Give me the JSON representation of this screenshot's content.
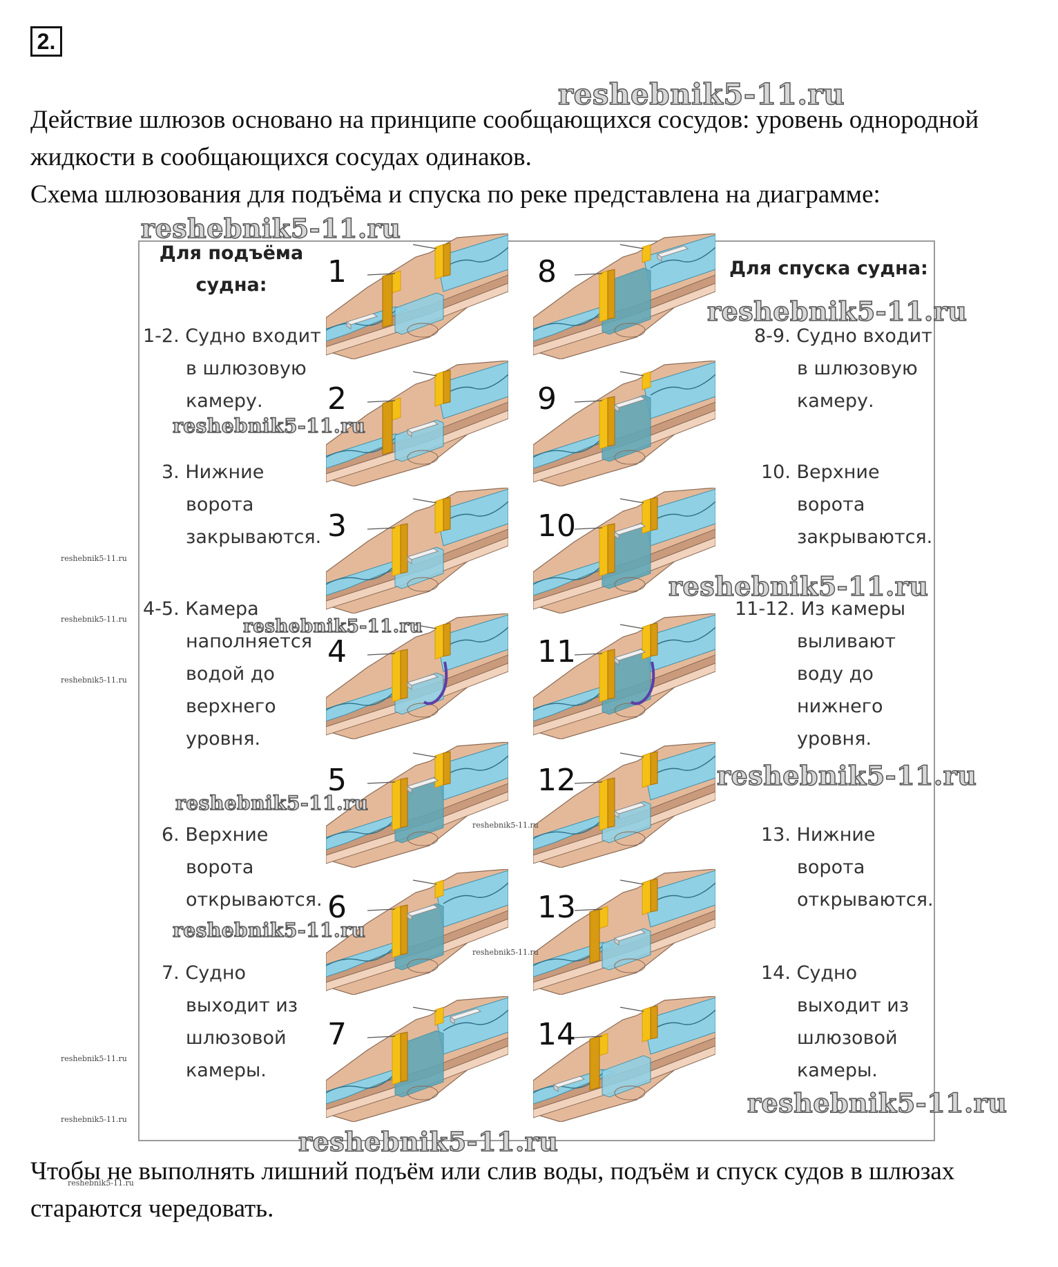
{
  "task_number": "2.",
  "intro": {
    "line1": "Действие шлюзов основано на принципе сообщающихся сосудов: уровень однородной",
    "line2": "жидкости в сообщающихся сосудах одинаков.",
    "line3": "Схема шлюзования для подъёма и спуска по реке представлена на диаграмме:"
  },
  "outro": {
    "line1": "Чтобы не выполнять лишний подъём или слив воды, подъём и спуск судов в шлюзах",
    "line2": "стараются чередовать."
  },
  "watermark": "reshebnik5-11.ru",
  "diagram": {
    "left_header": [
      "Для подъёма",
      "судна:"
    ],
    "right_header": "Для спуска судна:",
    "left_captions": [
      [
        "1-2. Судно входит",
        "в шлюзовую",
        "камеру."
      ],
      [
        "3. Нижние",
        "ворота",
        "закрываются."
      ],
      [
        "4-5. Камера",
        "наполняется",
        "водой до",
        "верхнего",
        "уровня."
      ],
      [
        "6. Верхние",
        "ворота",
        "открываются."
      ],
      [
        "7. Судно",
        "выходит из",
        "шлюзовой",
        "камеры."
      ]
    ],
    "right_captions": [
      [
        "8-9. Судно входит",
        "в шлюзовую",
        "камеру."
      ],
      [
        "10. Верхние",
        "ворота",
        "закрываются."
      ],
      [
        "11-12. Из камеры",
        "выливают",
        "воду до",
        "нижнего",
        "уровня."
      ],
      [
        "13. Нижние",
        "ворота",
        "открываются."
      ],
      [
        "14. Судно",
        "выходит из",
        "шлюзовой",
        "камеры."
      ]
    ],
    "left_steps": [
      "1",
      "2",
      "3",
      "4",
      "5",
      "6",
      "7"
    ],
    "right_steps": [
      "8",
      "9",
      "10",
      "11",
      "12",
      "13",
      "14"
    ]
  },
  "colors": {
    "earth": "#e4b99a",
    "earth_dark": "#c99b7c",
    "water": "#8fd0e4",
    "water_high": "#5fa7b8",
    "gate": "#f5c016",
    "gate_dark": "#d79a10",
    "boat": "#f0f0f0",
    "pipe": "#5b3fa8"
  }
}
